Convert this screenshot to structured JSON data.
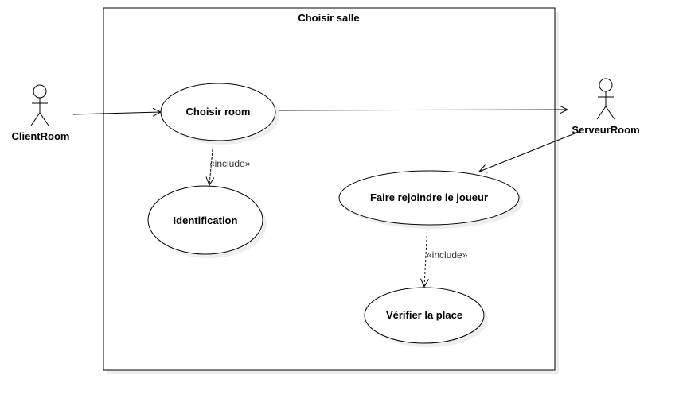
{
  "system": {
    "title": "Choisir salle"
  },
  "actors": {
    "client": {
      "name": "ClientRoom"
    },
    "server": {
      "name": "ServeurRoom"
    }
  },
  "use_cases": {
    "choisir_room": "Choisir room",
    "identification": "Identification",
    "faire_rejoindre": "Faire rejoindre le joueur",
    "verifier_place": "Vérifier la place"
  },
  "relations": {
    "include_1": "«include»",
    "include_2": "«include»"
  },
  "colors": {
    "stroke": "#000000",
    "shadow": "#eeeeee",
    "fill": "#ffffff"
  }
}
